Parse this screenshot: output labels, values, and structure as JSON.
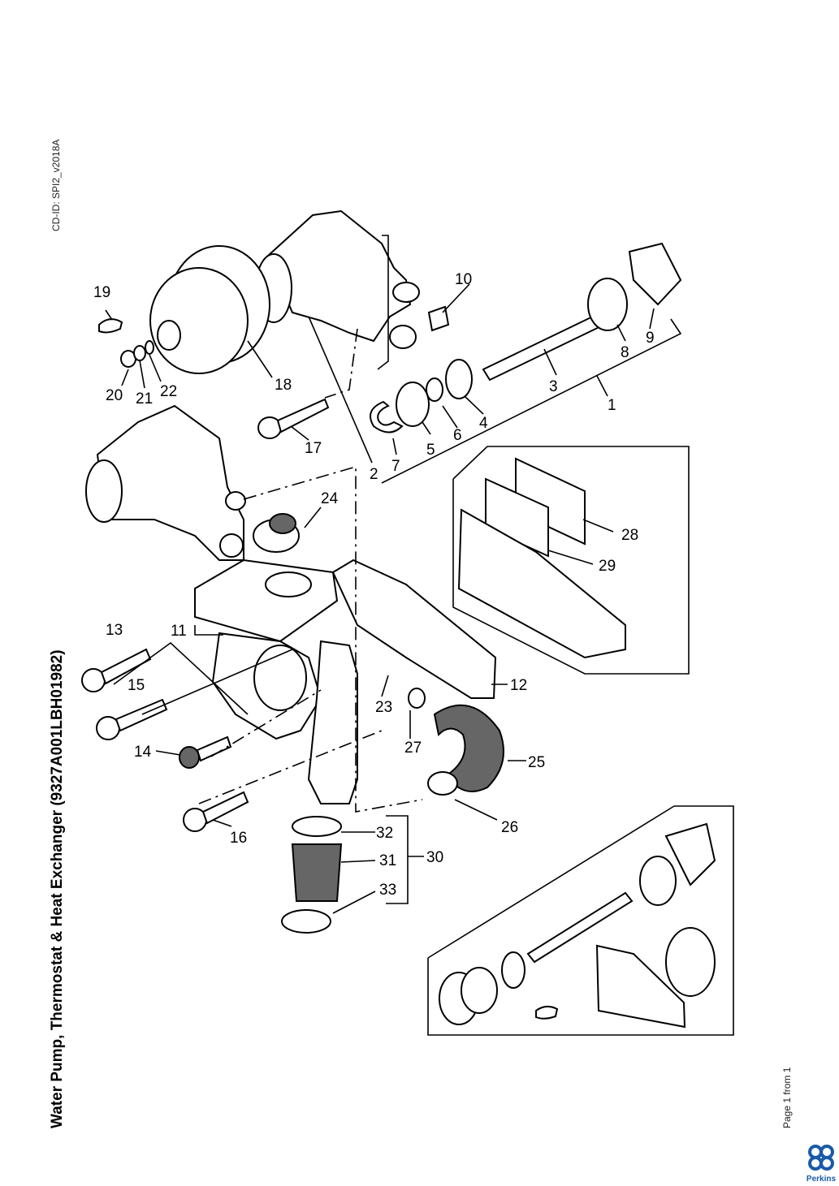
{
  "document": {
    "title": "Water Pump, Thermostat & Heat Exchanger (9327A001LBH01982)",
    "cd_id": "CD-ID: SPI2_v2018A",
    "page_info": "Page 1 from 1",
    "brand": "Perkins"
  },
  "callouts": [
    "1",
    "2",
    "3",
    "4",
    "5",
    "6",
    "7",
    "8",
    "9",
    "10",
    "11",
    "12",
    "13",
    "14",
    "15",
    "16",
    "17",
    "18",
    "19",
    "20",
    "21",
    "22",
    "23",
    "24",
    "25",
    "26",
    "27",
    "28",
    "29",
    "30",
    "31",
    "32",
    "33"
  ],
  "colors": {
    "ink": "#000000",
    "brand_blue": "#1a5aa8",
    "hatch": "#666666"
  }
}
